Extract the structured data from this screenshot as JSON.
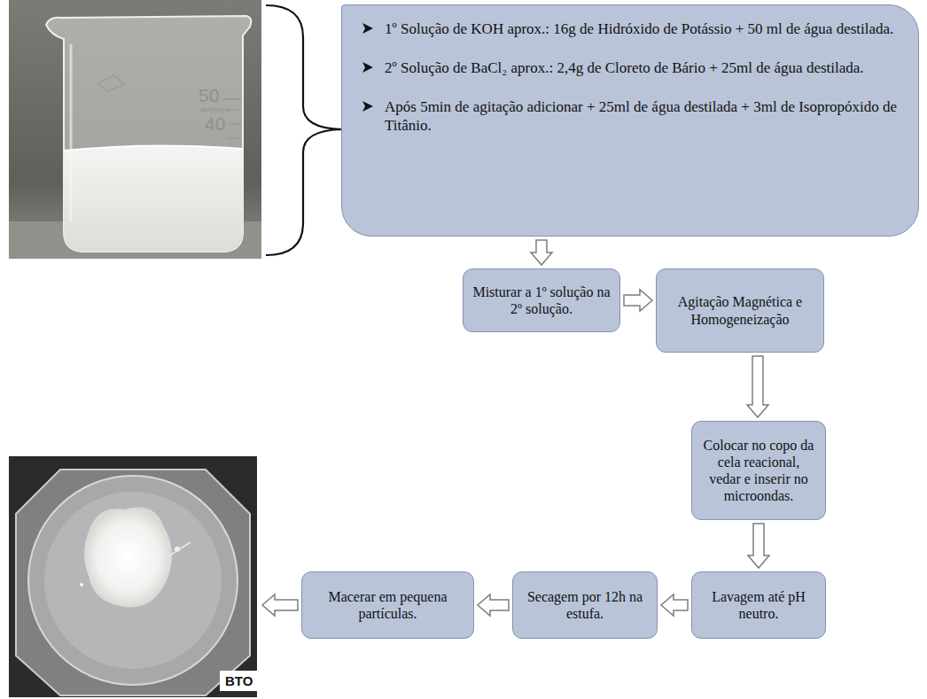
{
  "diagram": {
    "nodes": [
      {
        "text": [
          "1º Solução de KOH aprox.: 16g de Hidróxido de Potássio + 50 ml de água destilada.",
          "2º Solução de BaCl₂ aprox.: 2,4g de Cloreto de Bário + 25ml de água destilada.",
          "Após 5min de agitação adicionar + 25ml de água destilada + 3ml de Isopropóxido de Titânio."
        ]
      },
      {
        "text": [
          "Misturar a 1º solução na 2º solução."
        ]
      },
      {
        "text": [
          "Agitação Magnética e Homogeneização"
        ]
      },
      {
        "text": [
          "Colocar no copo da cela reacional, vedar e inserir no microondas."
        ]
      },
      {
        "text": [
          "Lavagem até pH neutro."
        ]
      },
      {
        "text": [
          "Secagem por 12h na estufa."
        ]
      },
      {
        "text": [
          "Macerar em pequena partículas."
        ]
      }
    ],
    "edges": [
      {
        "from": 0,
        "to": 1,
        "arrow": "to"
      },
      {
        "from": 1,
        "to": 2,
        "arrow": "to"
      },
      {
        "from": 2,
        "to": 3,
        "arrow": "to"
      },
      {
        "from": 3,
        "to": 4,
        "arrow": "to"
      },
      {
        "from": 4,
        "to": 5,
        "arrow": "to"
      },
      {
        "from": 5,
        "to": 6,
        "arrow": "to"
      }
    ],
    "labels": [
      "50",
      "APPROX",
      "40",
      "BTO"
    ]
  }
}
